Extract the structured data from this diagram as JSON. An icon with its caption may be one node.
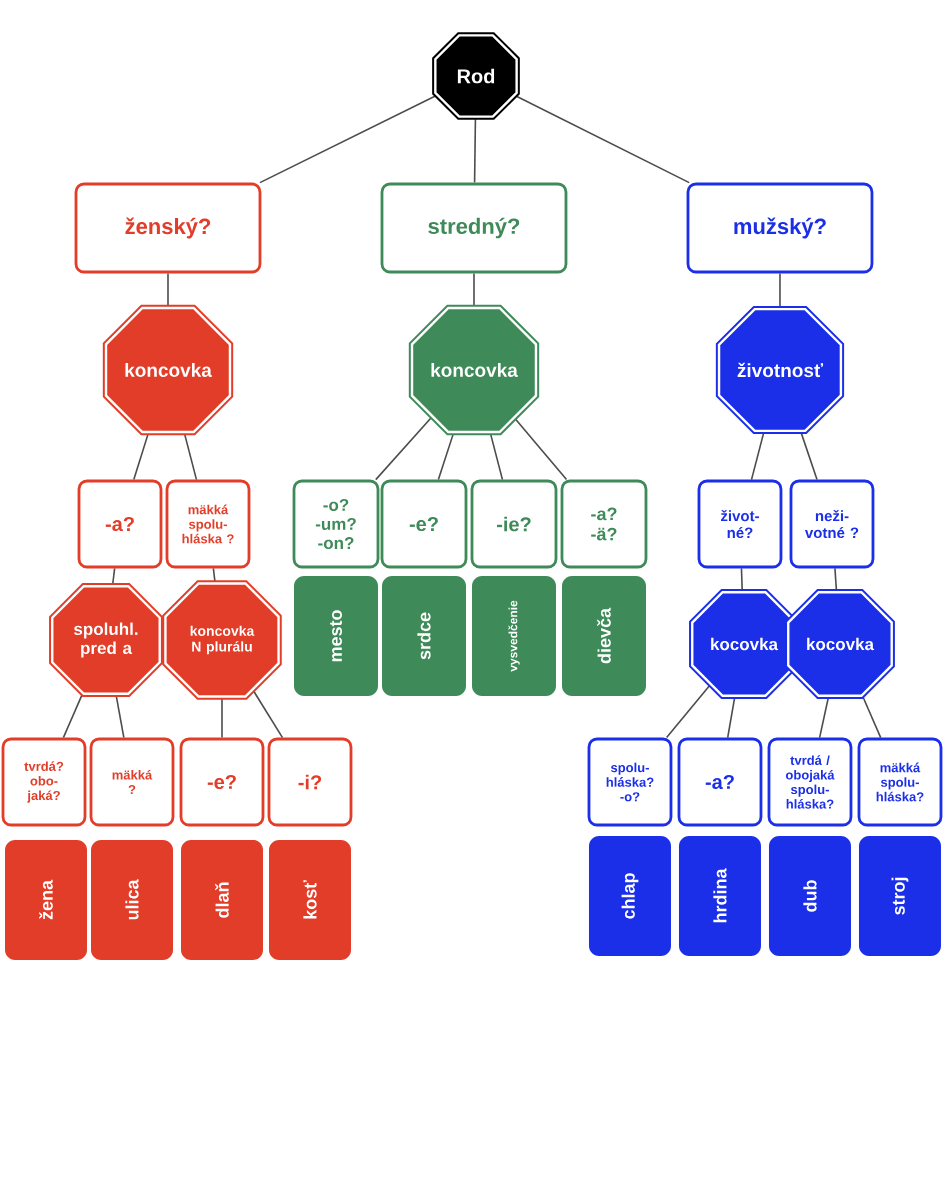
{
  "diagram": {
    "nodes": [
      {
        "text": [
          "Rod"
        ]
      },
      {
        "text": [
          "ženský?"
        ]
      },
      {
        "text": [
          "stredný?"
        ]
      },
      {
        "text": [
          "mužský?"
        ]
      },
      {
        "text": [
          "koncovka"
        ]
      },
      {
        "text": [
          "koncovka"
        ]
      },
      {
        "text": [
          "životnosť"
        ]
      },
      {
        "text": [
          "-a?"
        ]
      },
      {
        "text": [
          "mäkká spolu- hláska ?"
        ]
      },
      {
        "text": [
          "spoluhl. pred a"
        ]
      },
      {
        "text": [
          "koncovka N plurálu"
        ]
      },
      {
        "text": [
          "tvrdá? obo- jaká?"
        ]
      },
      {
        "text": [
          "mäkká ?"
        ]
      },
      {
        "text": [
          "-e?"
        ]
      },
      {
        "text": [
          "-i?"
        ]
      },
      {
        "text": [
          "žena"
        ]
      },
      {
        "text": [
          "ulica"
        ]
      },
      {
        "text": [
          "dlaň"
        ]
      },
      {
        "text": [
          "kosť"
        ]
      },
      {
        "text": [
          "-o? -um? -on?"
        ]
      },
      {
        "text": [
          "-e?"
        ]
      },
      {
        "text": [
          "-ie?"
        ]
      },
      {
        "text": [
          "-a? -ä?"
        ]
      },
      {
        "text": [
          "mesto"
        ]
      },
      {
        "text": [
          "srdce"
        ]
      },
      {
        "text": [
          "vysvedčenie"
        ]
      },
      {
        "text": [
          "dievča"
        ]
      },
      {
        "text": [
          "život- né?"
        ]
      },
      {
        "text": [
          "neži- votné ?"
        ]
      },
      {
        "text": [
          "kocovka"
        ]
      },
      {
        "text": [
          "kocovka"
        ]
      },
      {
        "text": [
          "spolu- hláska? -o?"
        ]
      },
      {
        "text": [
          "-a?"
        ]
      },
      {
        "text": [
          "tvrdá / obojaká spolu- hláska?"
        ]
      },
      {
        "text": [
          "mäkká spolu- hláska?"
        ]
      },
      {
        "text": [
          "chlap"
        ]
      },
      {
        "text": [
          "hrdina"
        ]
      },
      {
        "text": [
          "dub"
        ]
      },
      {
        "text": [
          "stroj"
        ]
      }
    ],
    "edges": [
      {
        "from": 0,
        "to": 1,
        "arrow": "none"
      },
      {
        "from": 0,
        "to": 2,
        "arrow": "none"
      },
      {
        "from": 0,
        "to": 3,
        "arrow": "none"
      },
      {
        "from": 1,
        "to": 4,
        "arrow": "none"
      },
      {
        "from": 2,
        "to": 5,
        "arrow": "none"
      },
      {
        "from": 3,
        "to": 6,
        "arrow": "none"
      },
      {
        "from": 4,
        "to": 7,
        "arrow": "none"
      },
      {
        "from": 4,
        "to": 8,
        "arrow": "none"
      },
      {
        "from": 7,
        "to": 9,
        "arrow": "none"
      },
      {
        "from": 8,
        "to": 10,
        "arrow": "none"
      },
      {
        "from": 9,
        "to": 11,
        "arrow": "none"
      },
      {
        "from": 9,
        "to": 12,
        "arrow": "none"
      },
      {
        "from": 10,
        "to": 13,
        "arrow": "none"
      },
      {
        "from": 10,
        "to": 14,
        "arrow": "none"
      },
      {
        "from": 5,
        "to": 19,
        "arrow": "none"
      },
      {
        "from": 5,
        "to": 20,
        "arrow": "none"
      },
      {
        "from": 5,
        "to": 21,
        "arrow": "none"
      },
      {
        "from": 5,
        "to": 22,
        "arrow": "none"
      },
      {
        "from": 6,
        "to": 27,
        "arrow": "none"
      },
      {
        "from": 6,
        "to": 28,
        "arrow": "none"
      },
      {
        "from": 27,
        "to": 29,
        "arrow": "none"
      },
      {
        "from": 28,
        "to": 30,
        "arrow": "none"
      },
      {
        "from": 29,
        "to": 31,
        "arrow": "none"
      },
      {
        "from": 29,
        "to": 32,
        "arrow": "none"
      },
      {
        "from": 30,
        "to": 33,
        "arrow": "none"
      },
      {
        "from": 30,
        "to": 34,
        "arrow": "none"
      }
    ]
  }
}
